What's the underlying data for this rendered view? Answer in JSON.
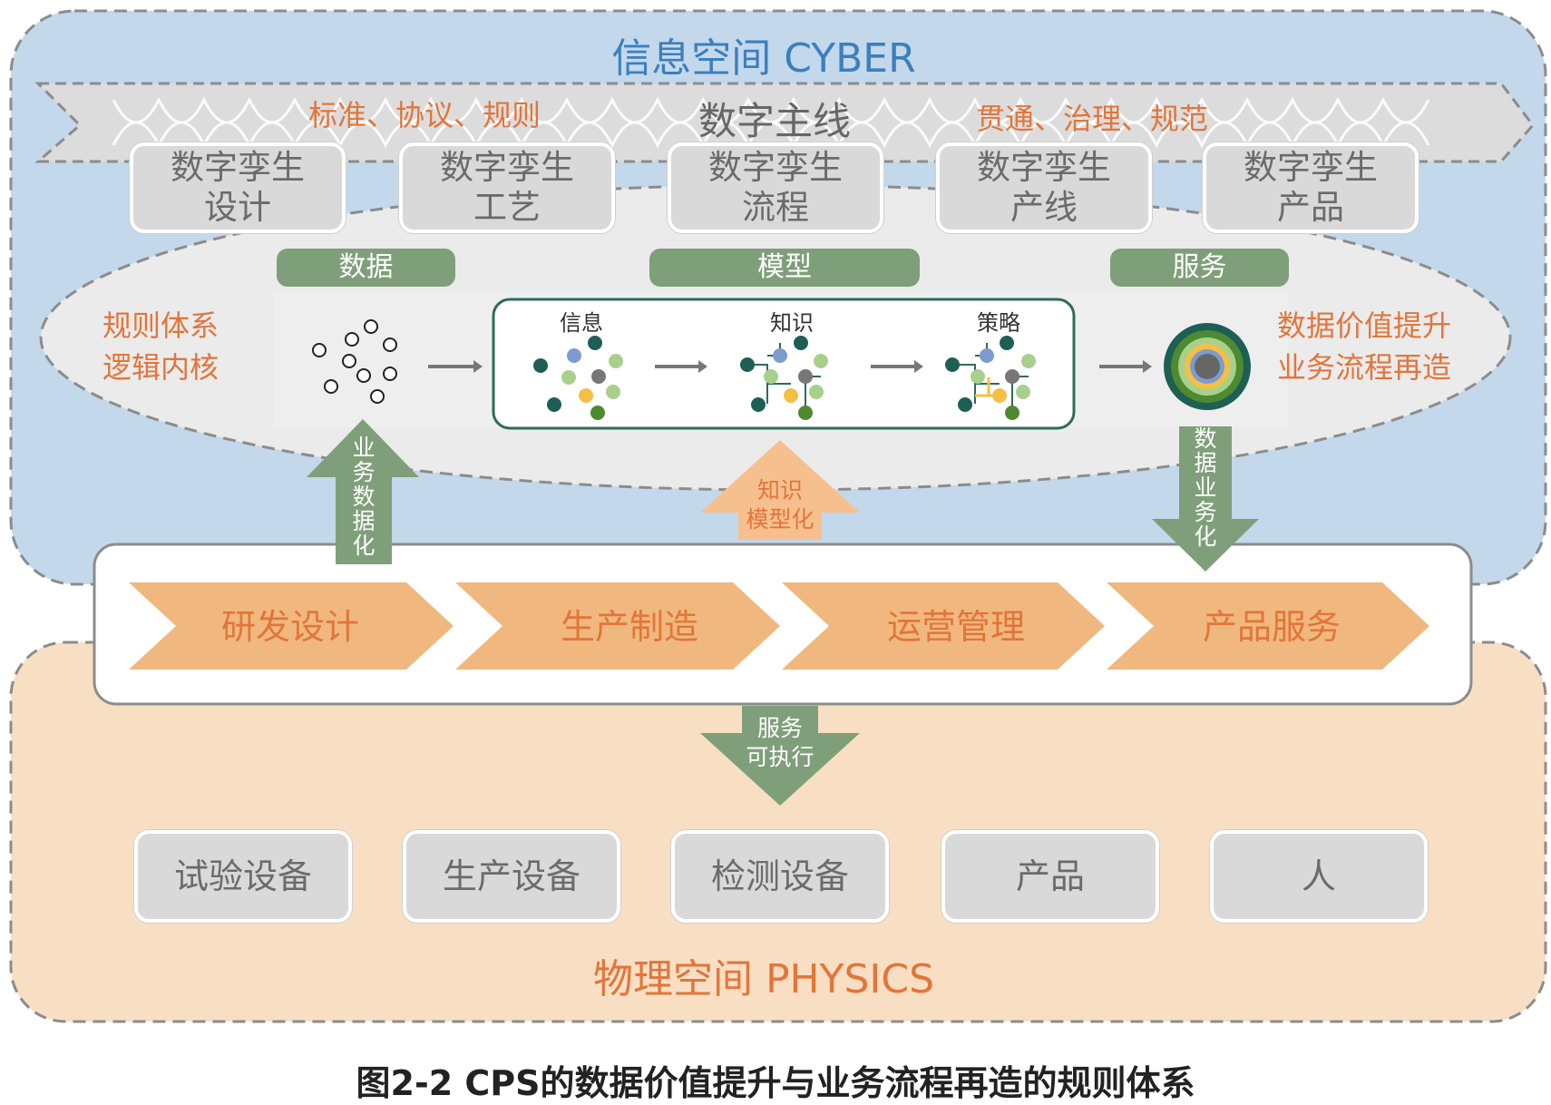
{
  "cyber_title": "信息空间 CYBER",
  "physics_title": "物理空间  PHYSICS",
  "digital_thread": {
    "center": "数字主线",
    "left": "标准、协议、规则",
    "right": "贯通、治理、规范"
  },
  "twins": [
    {
      "line1": "数字孪生",
      "line2": "设计"
    },
    {
      "line1": "数字孪生",
      "line2": "工艺"
    },
    {
      "line1": "数字孪生",
      "line2": "流程"
    },
    {
      "line1": "数字孪生",
      "line2": "产线"
    },
    {
      "line1": "数字孪生",
      "line2": "产品"
    }
  ],
  "pills": {
    "data": "数据",
    "model": "模型",
    "service": "服务"
  },
  "left_core": {
    "line1": "规则体系",
    "line2": "逻辑内核"
  },
  "right_core": {
    "line1": "数据价值提升",
    "line2": "业务流程再造"
  },
  "stage_labels": {
    "info": "信息",
    "knowledge": "知识",
    "strategy": "策略"
  },
  "arrows": {
    "business_to_data": "业务数据化",
    "knowledge_model": {
      "line1": "知识",
      "line2": "模型化"
    },
    "data_to_business": "数据业务化",
    "service_exec": {
      "line1": "服务",
      "line2": "可执行"
    }
  },
  "processes": [
    "研发设计",
    "生产制造",
    "运营管理",
    "产品服务"
  ],
  "physical": [
    "试验设备",
    "生产设备",
    "检测设备",
    "产品",
    "人"
  ],
  "caption": "图2-2 CPS的数据价值提升与业务流程再造的规则体系",
  "colors": {
    "cyber_bg": "#c3d8ea",
    "physics_bg": "#f8dfc4",
    "green": "#7f9f7a",
    "orange_chevron": "#f0b87e",
    "orange_text": "#e2753a",
    "peach_arrow": "#f6c08e",
    "blue_title": "#3b7fbf"
  }
}
